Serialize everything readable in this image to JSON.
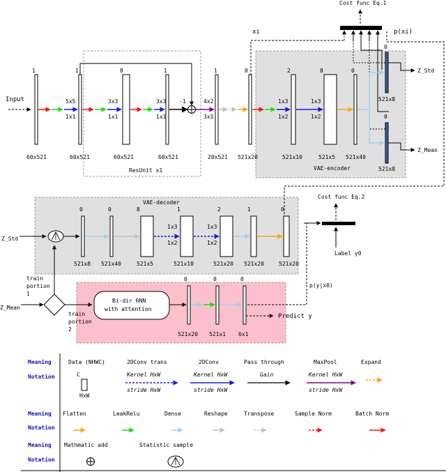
{
  "top": {
    "cost_eq1": "Cost func Eq.1",
    "xi": "xi",
    "pxi": "p(xi)",
    "input": "Input",
    "z_std_out": "Z_Std",
    "z_mean_out": "Z_Mean"
  },
  "encoder_row": {
    "channels": [
      "1",
      "1",
      "8",
      "1",
      "1",
      "0",
      "2",
      "8",
      "0",
      "0",
      "0"
    ],
    "shapes": [
      "60x521",
      "60x521",
      "60x521",
      "60x521",
      "20x521",
      "521x20",
      "521x10",
      "521x5",
      "521x40",
      "521x8",
      "521x8"
    ],
    "kernels": {
      "k1_top": "5x5",
      "k1_bot": "1x1",
      "k2_top": "3x3",
      "k2_bot": "1x1",
      "k3_top": "3x3",
      "k3_bot": "1x1",
      "k4_top": "4x2",
      "k4_bot": "3x1",
      "k5_top": "1x3",
      "k5_bot": "1x2",
      "k6_top": "1x3",
      "k6_bot": "1x2"
    },
    "minus_one": "-1",
    "resunit_label": "ResUnit  x1",
    "vae_encoder_label": "VAE-encoder"
  },
  "decoder_row": {
    "title": "VAE-decoder",
    "z_std_in": "Z_Std",
    "channels": [
      "0",
      "0",
      "8",
      "1",
      "2",
      "1",
      "0"
    ],
    "shapes": [
      "521x8",
      "521x40",
      "521x5",
      "521x10",
      "521x20",
      "521x20",
      "521x20"
    ],
    "kernels": {
      "k1_top": "1x3",
      "k1_bot": "1x2",
      "k2_top": "1x3",
      "k2_bot": "1x2"
    },
    "cost_eq2": "Cost func Eq.2",
    "label_y0": "Label y0",
    "pyx0": "p(y|x0)"
  },
  "predictor": {
    "z_mean_in": "Z_Mean",
    "train_portion_1": [
      "train",
      "portion",
      "1"
    ],
    "train_portion_2": [
      "train",
      "portion",
      "2"
    ],
    "rnn_line1": "Bi-dir RNN",
    "rnn_line2": "with attention",
    "channels": [
      "0",
      "0",
      "0"
    ],
    "shapes": [
      "521x20",
      "521x1",
      "6x1"
    ],
    "predict": "Predict y"
  },
  "legend": {
    "meaning": "Meaning",
    "notation": "Notation",
    "row1": {
      "data": "Data (NHWC)",
      "data_c": "C",
      "data_hw": "HxW",
      "conv_trans": "2DConv trans",
      "conv": "2DConv",
      "pass": "Pass through",
      "maxpool": "MaxPool",
      "expand": "Expand",
      "kernel": "Kernel HxW",
      "stride": "stride HxW",
      "gain": "Gain"
    },
    "row2": [
      "Flatten",
      "LeakRelu",
      "Dense",
      "Reshape",
      "Transpose",
      "Sample Norm",
      "Batch Norm"
    ],
    "row3": {
      "add": "Mathmatic add",
      "sample": "Statistic sample"
    }
  },
  "colors": {
    "relu": "#ff1010",
    "leak": "#10e010",
    "conv": "#1818e0",
    "flatten": "#ffa010",
    "dense": "#a0d0f0",
    "reshape": "#c0c0c0",
    "maxpool": "#800090",
    "enc_bg": "#e0e0e0",
    "pred_bg": "#fcc0cc",
    "meaning": "#1010c0"
  }
}
